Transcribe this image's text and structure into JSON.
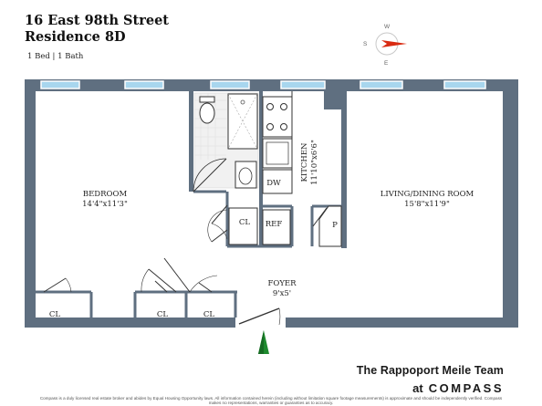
{
  "header": {
    "address": "16 East 98th Street",
    "residence": "Residence 8D",
    "specs": "1 Bed | 1 Bath"
  },
  "compass": {
    "letters": {
      "n": "W",
      "s": "E",
      "w": "S"
    },
    "needle_color": "#d92b12"
  },
  "rooms": {
    "bedroom": {
      "name": "BEDROOM",
      "dims": "14'4\"x11'3\""
    },
    "living": {
      "name": "LIVING/DINING ROOM",
      "dims": "15'8\"x11'9\""
    },
    "kitchen": {
      "name": "KITCHEN",
      "dims": "11'10\"x6'6\""
    },
    "foyer": {
      "name": "FOYER",
      "dims": "9'x5'"
    },
    "dishwasher": "DW",
    "refrigerator": "REF",
    "pantry": "P",
    "closet_kitchen": "CL",
    "closet_left": "CL",
    "closet_mid1": "CL",
    "closet_mid2": "CL"
  },
  "entry_arrow_color": "#1e8a2e",
  "wall_color": "#5f6f80",
  "window_color": "#a8d6ee",
  "footer": {
    "team": "The Rappoport Meile Team",
    "brand_at": "at",
    "brand_name": "COMPASS",
    "disclaimer": "Compass is a duly licensed real estate broker and abides by Equal Housing Opportunity laws. All information contained herein (including without limitation square footage measurements) is approximate and should be independently verified. Compass makes no representations, warranties or guaranties as to accuracy."
  }
}
